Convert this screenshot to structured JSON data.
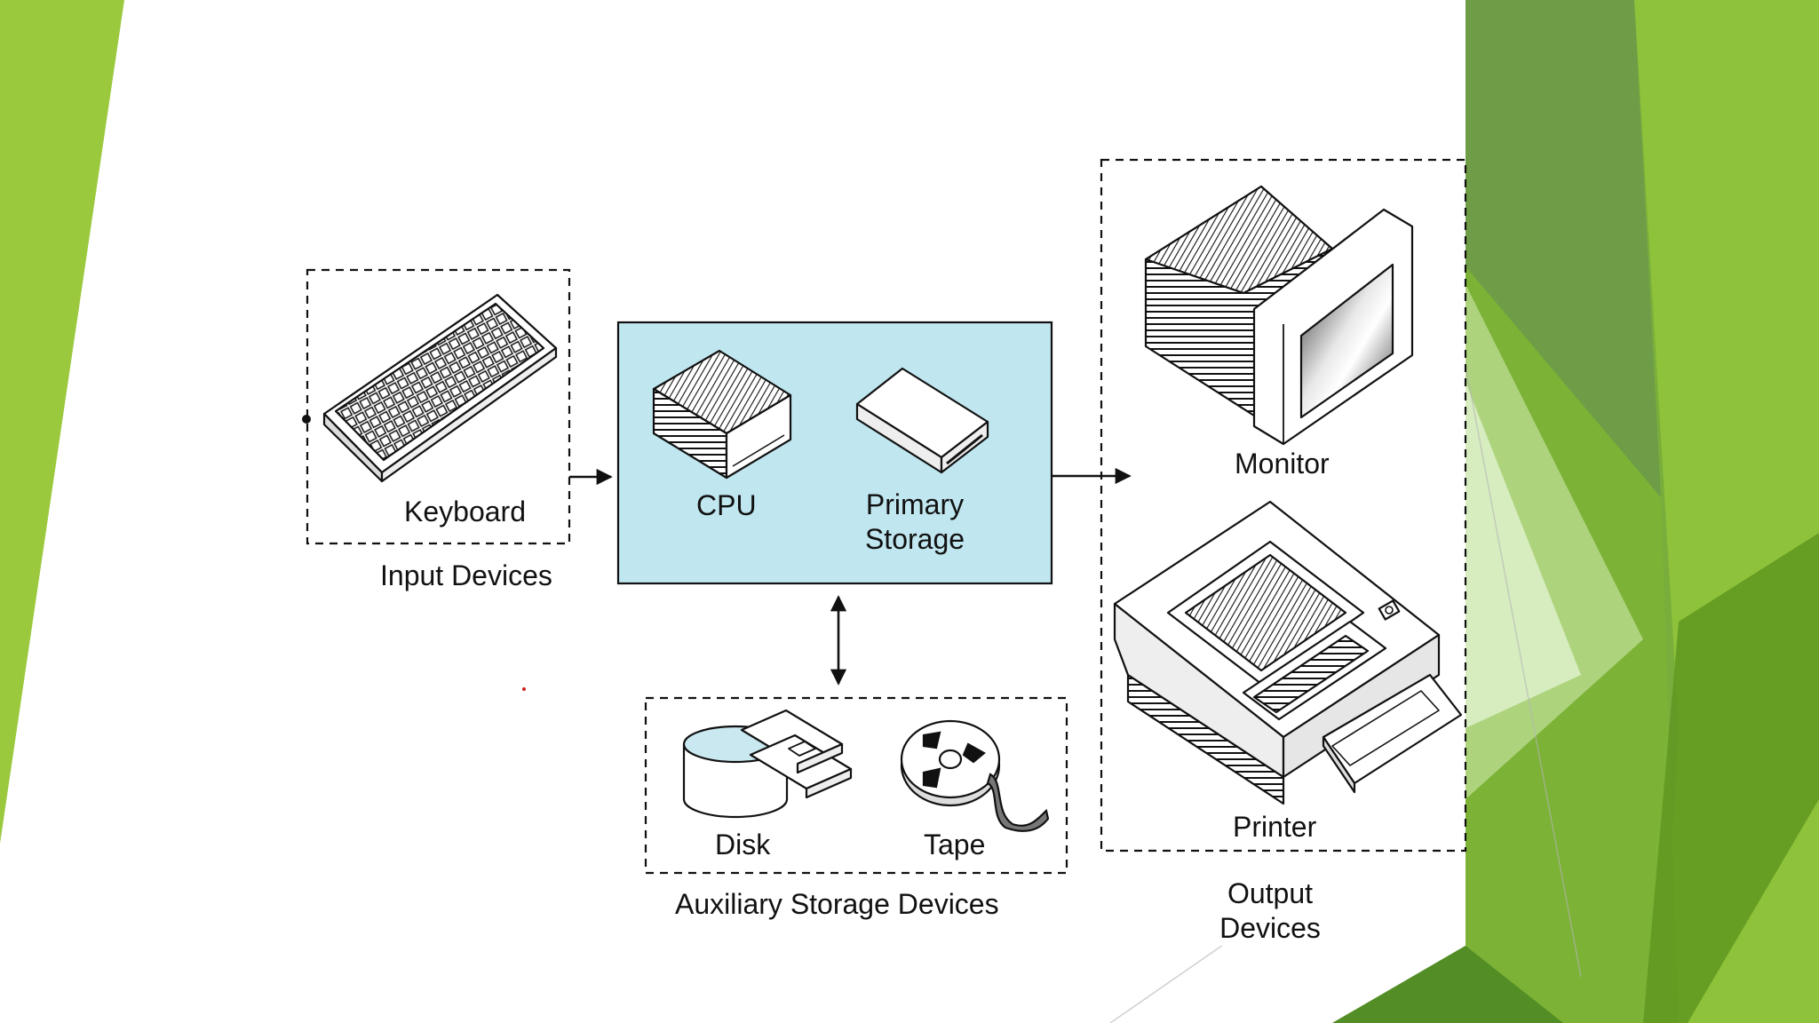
{
  "diagram": {
    "keyboard_label": "Keyboard",
    "input_devices_label": "Input Devices",
    "cpu_label": "CPU",
    "primary_storage_label_line1": "Primary",
    "primary_storage_label_line2": "Storage",
    "disk_label": "Disk",
    "tape_label": "Tape",
    "auxiliary_storage_label": "Auxiliary Storage Devices",
    "monitor_label": "Monitor",
    "printer_label": "Printer",
    "output_devices_label_line1": "Output",
    "output_devices_label_line2": "Devices"
  },
  "colors": {
    "processing_box_fill": "#c0e6ef",
    "disk_top_fill": "#c9e8f0",
    "slide_green_light": "#9bc93e",
    "slide_green_dark": "#4e8a24",
    "slide_green_mid": "#79ae3c",
    "line": "#111111"
  },
  "icons": [
    "keyboard-icon",
    "cpu-icon",
    "primary-storage-icon",
    "disk-icon",
    "floppy-icon",
    "tape-reel-icon",
    "monitor-icon",
    "printer-icon"
  ]
}
